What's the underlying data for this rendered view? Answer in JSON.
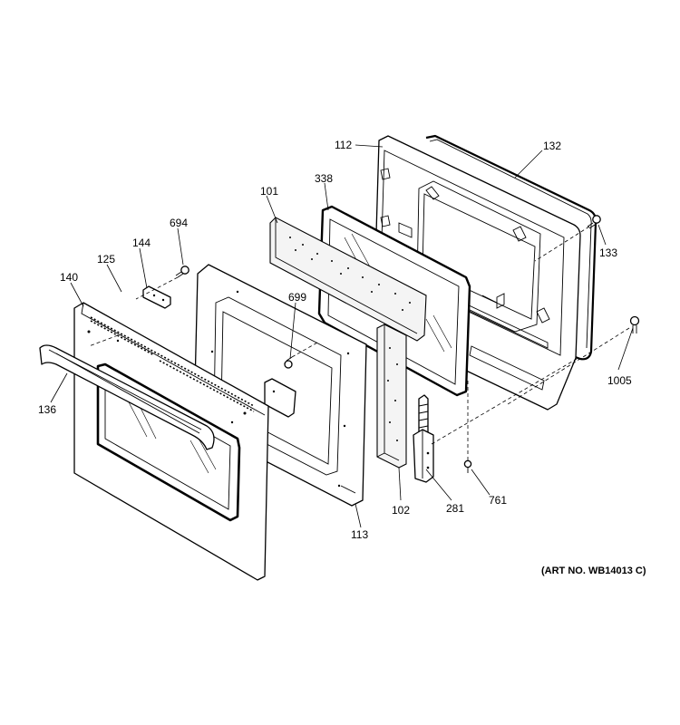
{
  "diagram": {
    "art_number": "(ART NO. WB14013 C)",
    "callouts": {
      "p112": "112",
      "p132": "132",
      "p338": "338",
      "p101": "101",
      "p694": "694",
      "p144": "144",
      "p125": "125",
      "p140": "140",
      "p699": "699",
      "p133": "133",
      "p1005": "1005",
      "p136": "136",
      "p102": "102",
      "p281": "281",
      "p761": "761",
      "p113": "113"
    }
  }
}
